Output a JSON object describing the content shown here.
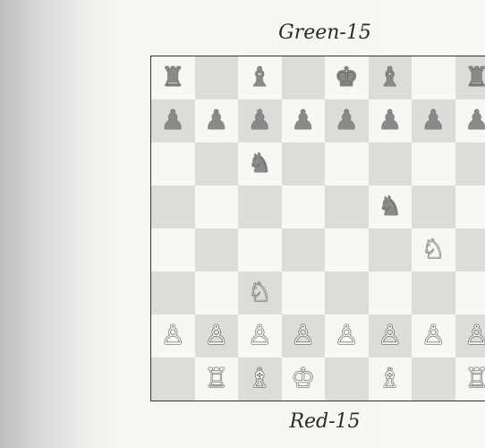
{
  "captions": {
    "top": "Green-15",
    "bottom": "Red-15"
  },
  "board": {
    "files": 8,
    "ranks": 8,
    "light_color": "#f7f7f5",
    "dark_color": "#dcdcda",
    "pieces": [
      {
        "row": 0,
        "col": 0,
        "side": "green",
        "type": "elephant",
        "glyph": "♜"
      },
      {
        "row": 0,
        "col": 2,
        "side": "green",
        "type": "bishop",
        "glyph": "♝"
      },
      {
        "row": 0,
        "col": 4,
        "side": "green",
        "type": "king",
        "glyph": "♚"
      },
      {
        "row": 0,
        "col": 5,
        "side": "green",
        "type": "bishop",
        "glyph": "♝"
      },
      {
        "row": 0,
        "col": 7,
        "side": "green",
        "type": "elephant",
        "glyph": "♜"
      },
      {
        "row": 1,
        "col": 0,
        "side": "green",
        "type": "pawn",
        "glyph": "♟"
      },
      {
        "row": 1,
        "col": 1,
        "side": "green",
        "type": "pawn",
        "glyph": "♟"
      },
      {
        "row": 1,
        "col": 2,
        "side": "green",
        "type": "pawn",
        "glyph": "♟"
      },
      {
        "row": 1,
        "col": 3,
        "side": "green",
        "type": "pawn",
        "glyph": "♟"
      },
      {
        "row": 1,
        "col": 4,
        "side": "green",
        "type": "pawn",
        "glyph": "♟"
      },
      {
        "row": 1,
        "col": 5,
        "side": "green",
        "type": "pawn",
        "glyph": "♟"
      },
      {
        "row": 1,
        "col": 6,
        "side": "green",
        "type": "pawn",
        "glyph": "♟"
      },
      {
        "row": 1,
        "col": 7,
        "side": "green",
        "type": "pawn",
        "glyph": "♟"
      },
      {
        "row": 2,
        "col": 2,
        "side": "green",
        "type": "knight",
        "glyph": "♞"
      },
      {
        "row": 3,
        "col": 5,
        "side": "green",
        "type": "knight",
        "glyph": "♞"
      },
      {
        "row": 4,
        "col": 6,
        "side": "red",
        "type": "knight",
        "glyph": "♘"
      },
      {
        "row": 5,
        "col": 2,
        "side": "red",
        "type": "knight",
        "glyph": "♘"
      },
      {
        "row": 6,
        "col": 0,
        "side": "red",
        "type": "pawn",
        "glyph": "♙"
      },
      {
        "row": 6,
        "col": 1,
        "side": "red",
        "type": "pawn",
        "glyph": "♙"
      },
      {
        "row": 6,
        "col": 2,
        "side": "red",
        "type": "pawn",
        "glyph": "♙"
      },
      {
        "row": 6,
        "col": 3,
        "side": "red",
        "type": "pawn",
        "glyph": "♙"
      },
      {
        "row": 6,
        "col": 4,
        "side": "red",
        "type": "pawn",
        "glyph": "♙"
      },
      {
        "row": 6,
        "col": 5,
        "side": "red",
        "type": "pawn",
        "glyph": "♙"
      },
      {
        "row": 6,
        "col": 6,
        "side": "red",
        "type": "pawn",
        "glyph": "♙"
      },
      {
        "row": 6,
        "col": 7,
        "side": "red",
        "type": "pawn",
        "glyph": "♙"
      },
      {
        "row": 7,
        "col": 1,
        "side": "red",
        "type": "elephant",
        "glyph": "♖"
      },
      {
        "row": 7,
        "col": 2,
        "side": "red",
        "type": "bishop",
        "glyph": "♗"
      },
      {
        "row": 7,
        "col": 3,
        "side": "red",
        "type": "king",
        "glyph": "♔"
      },
      {
        "row": 7,
        "col": 5,
        "side": "red",
        "type": "bishop",
        "glyph": "♗"
      },
      {
        "row": 7,
        "col": 7,
        "side": "red",
        "type": "elephant",
        "glyph": "♖"
      }
    ]
  }
}
